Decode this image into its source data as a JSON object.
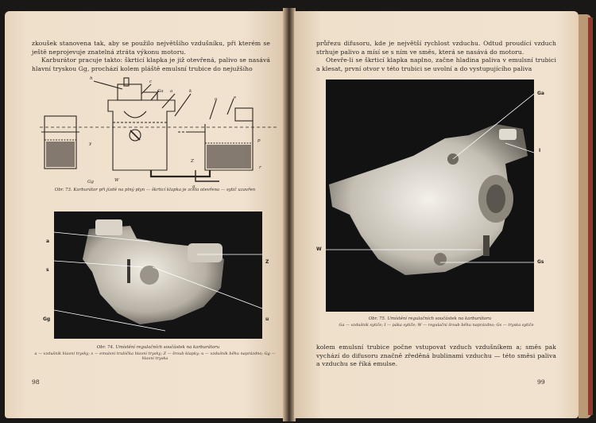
{
  "left_page": {
    "paragraphs": [
      "zkoušek stanovena tak, aby se použilo největšího vzdušníku, při kterém se ještě neprojevuje znatelná ztráta výkonu motoru.",
      "Karburátor pracuje takto: škrticí klapka je již otevřená, palivo se nasává hlavní tryskou Gg, prochází kolem pláště emulsní trubice do nejužšího"
    ],
    "fig73": {
      "labels": [
        "h",
        "c",
        "Ga",
        "a",
        "k",
        "u",
        "e",
        "y",
        "Z",
        "p",
        "Gg",
        "W",
        "g",
        "r"
      ],
      "caption": "Obr. 73. Karburátor při jízdě na plný plyn — škrticí klapka je zcela otevřena — sytič uzavřen"
    },
    "fig74": {
      "labels": [
        "a",
        "s",
        "Gg",
        "Z",
        "u"
      ],
      "caption": "Obr. 74. Umístění regulačních součástek na karburátoru",
      "legend": "a — vzdušník hlavní trysky; s — emulsní trubička hlavní trysky; Z — šroub klapky; u — vzdušník běhu naprázdno; Gg — hlavní tryska"
    },
    "page_number": "98"
  },
  "right_page": {
    "paragraphs": [
      "průřezu difusoru, kde je největší rychlost vzduchu. Odtud proudící vzduch strhuje palivo a mísí se s ním ve směs, která se nasává do motoru.",
      "Otevře-li se škrticí klapka naplno, začne hladina paliva v emulsní trubici a klesat, první otvor v této trubici se uvolní a do vystupujícího paliva"
    ],
    "fig75": {
      "labels": [
        "Ga",
        "I",
        "W",
        "Gs"
      ],
      "caption": "Obr. 75. Umístění regulačních součástek na karburátoru",
      "legend": "Ga — vzdušník sytiče; I — páka sytiče; W — regulační šroub běhu naprázdno; Gs — tryska sytiče"
    },
    "bottom_paragraph": "kolem emulsní trubice počne vstupovat vzduch vzdušníkem a; směs pak vychází do difusoru značně zředěná bublinami vzduchu — této směsi paliva a vzduchu se říká emulse.",
    "page_number": "99"
  },
  "colors": {
    "paper": "#efe0cc",
    "ink": "#2b2520",
    "photo_bg": "#111111",
    "background": "#1a1816"
  }
}
